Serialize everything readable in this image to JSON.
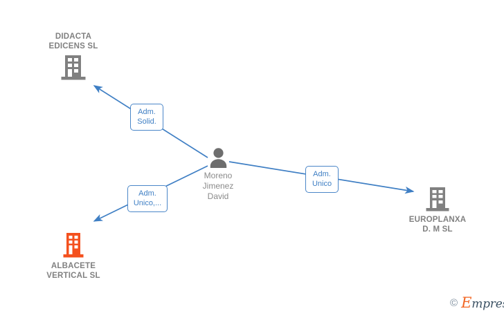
{
  "diagram": {
    "type": "organizational-relationship-graph",
    "background_color": "#ffffff",
    "edge_color": "#3f7fc4",
    "company_icon_color": "#808080",
    "highlight_icon_color": "#f4511e",
    "person_icon_color": "#6e6e6e",
    "label_text_color": "#808080"
  },
  "center": {
    "icon": "person-icon",
    "name": "Moreno\nJimenez\nDavid"
  },
  "companies": [
    {
      "id": "didacta-edicens",
      "icon": "building-icon",
      "name": "DIDACTA\nEDICENS SL",
      "color": "#808080",
      "caption_position": "above"
    },
    {
      "id": "albacete-vertical",
      "icon": "building-icon",
      "name": "ALBACETE\nVERTICAL  SL",
      "color": "#f4511e",
      "caption_position": "below"
    },
    {
      "id": "europlanxa-dm",
      "icon": "building-icon",
      "name": "EUROPLANXA\nD.  M SL",
      "color": "#808080",
      "caption_position": "below"
    }
  ],
  "relations": [
    {
      "id": "rel-didacta",
      "label": "Adm.\nSolid.",
      "target": "didacta-edicens"
    },
    {
      "id": "rel-albacete",
      "label": "Adm.\nUnico,...",
      "target": "albacete-vertical"
    },
    {
      "id": "rel-europlanxa",
      "label": "Adm.\nUnico",
      "target": "europlanxa-dm"
    }
  ],
  "watermark": {
    "copyright": "©",
    "brand_initial": "E",
    "brand_rest": "mpresia"
  }
}
